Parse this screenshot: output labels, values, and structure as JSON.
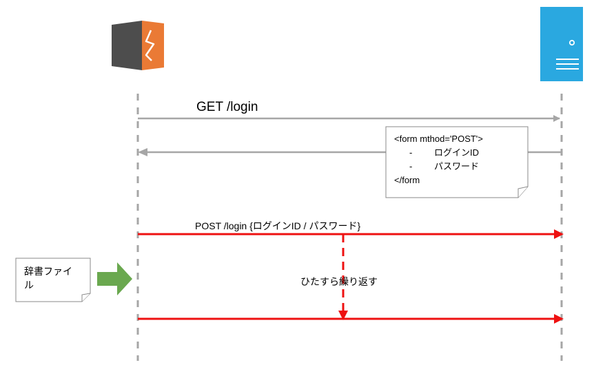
{
  "messages": {
    "get_request": "GET /login",
    "post_request": "POST /login {ログインID / パスワード}",
    "loop_note": "ひたすら繰り返す"
  },
  "form_note": {
    "line1": "<form mthod='POST'>",
    "item1_dash": "-",
    "item1": "ログインID",
    "item2_dash": "-",
    "item2": "パスワード",
    "line4": "</form"
  },
  "dictionary_note": {
    "line1": "辞書ファイ",
    "line2": "ル"
  },
  "icons": {
    "client": "attacker-tool-icon",
    "server": "server-icon",
    "input": "green-arrow-icon"
  },
  "colors": {
    "lifeline": "#a6a6a6",
    "response_arrow": "#a6a6a6",
    "attack_arrow": "#ee1111",
    "client_dark": "#4d4d4d",
    "client_orange": "#ea7a35",
    "server_blue": "#2aa8e0",
    "green_arrow": "#6aa84f"
  }
}
